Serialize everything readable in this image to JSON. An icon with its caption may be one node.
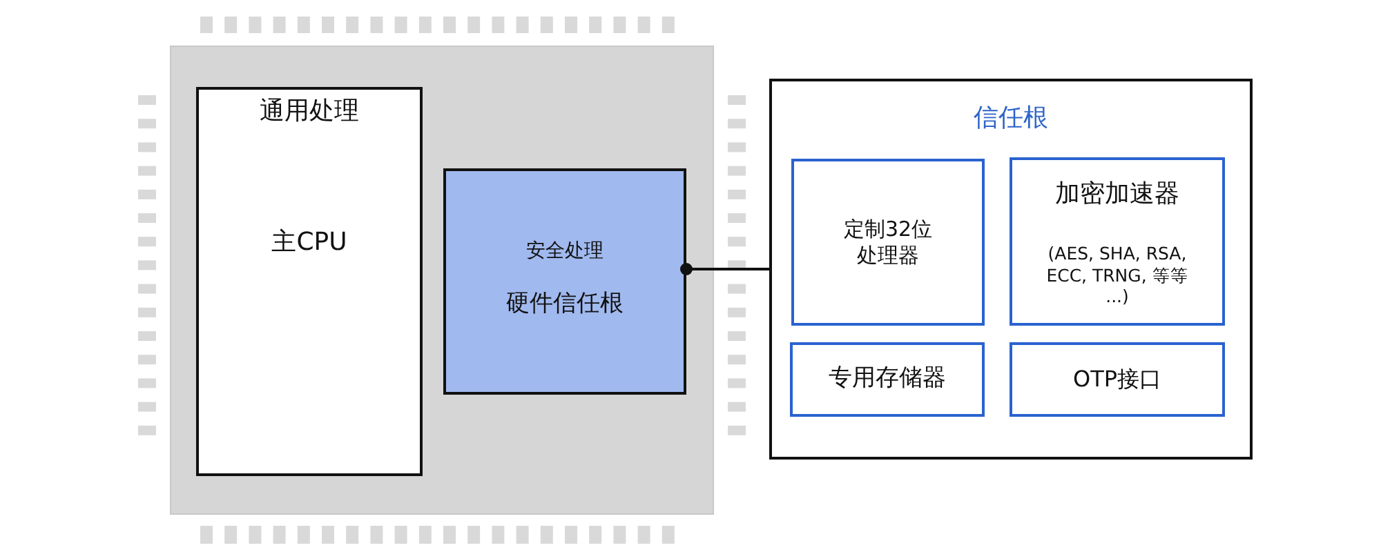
{
  "diagram": {
    "nodes": [
      {
        "text": [],
        "shape": "box"
      },
      {
        "text": [
          "通用处理",
          "主CPU"
        ],
        "in": 0
      },
      {
        "text": [
          "安全处理",
          "硬件信任根"
        ],
        "in": 0
      },
      {
        "text": [
          "信任根"
        ]
      },
      {
        "text": [
          "定制32位处理器"
        ],
        "in": 3
      },
      {
        "text": [
          "加密加速器",
          "(AES, SHA, RSA, ECC, TRNG, 等等 ...)"
        ],
        "in": 3
      },
      {
        "text": [
          "专用存储器"
        ],
        "in": 3
      },
      {
        "text": [
          "OTP接口"
        ],
        "in": 3
      }
    ],
    "edges": [
      {
        "from": 2,
        "to": 3,
        "arrow": "other"
      }
    ]
  }
}
